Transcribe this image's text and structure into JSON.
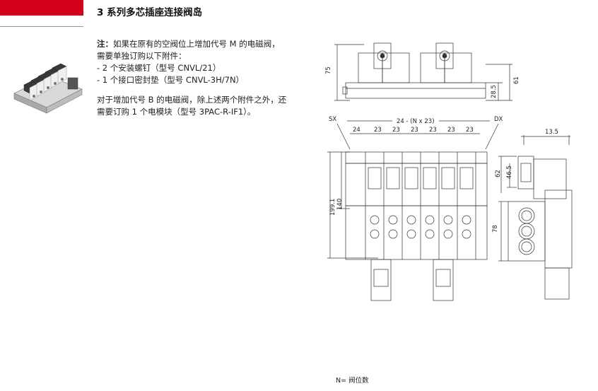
{
  "header": {
    "title": "3 系列多芯插座连接阀岛"
  },
  "note": {
    "label": "注：",
    "line1": "如果在原有的空阀位上增加代号 M 的电磁阀，",
    "line2": "需要单独订购以下附件：",
    "line3": "- 2 个安装螺钉（型号 CNVL/21）",
    "line4": "- 1 个接口密封垫（型号 CNVL-3H/7N）",
    "line5": "对于增加代号 B 的电磁阀，除上述两个附件之外，还",
    "line6": "需要订购 1 个电模块（型号 3PAC-R-IF1）。"
  },
  "drawing": {
    "dim_top_height": "75",
    "dim_top_right_outer": "61",
    "dim_top_right_inner": "28.5",
    "label_sx": "SX",
    "label_dx": "DX",
    "dim_overall": "24 - (N x 23)",
    "pitch_first": "24",
    "pitch": "23",
    "dim_side_width": "13.5",
    "dim_height_140": "140",
    "dim_height_199": "199.1",
    "dim_side_62": "62",
    "dim_side_465": "46.5",
    "dim_side_78": "78"
  },
  "footnote": "N= 阀位数"
}
